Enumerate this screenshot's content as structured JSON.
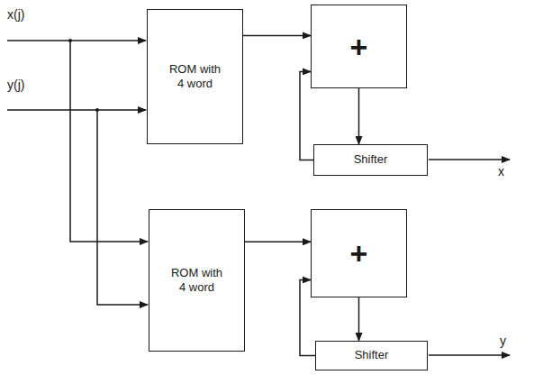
{
  "diagram": {
    "nodes": [
      {
        "text": [
          "ROM with 4 word"
        ]
      },
      {
        "text": [
          "+"
        ]
      },
      {
        "text": [
          "Shifter"
        ]
      },
      {
        "text": [
          "ROM with 4 word"
        ]
      },
      {
        "text": [
          "+"
        ]
      },
      {
        "text": [
          "Shifter"
        ]
      }
    ],
    "edges": [
      {
        "from": 0,
        "to": 1,
        "arrow": "to"
      },
      {
        "from": 1,
        "to": 2,
        "arrow": "to"
      },
      {
        "from": 2,
        "to": 1,
        "arrow": "to"
      },
      {
        "from": 3,
        "to": 4,
        "arrow": "to"
      },
      {
        "from": 4,
        "to": 5,
        "arrow": "to"
      },
      {
        "from": 5,
        "to": 4,
        "arrow": "to"
      }
    ],
    "labels": [
      "x(j)",
      "y(j)",
      "x",
      "y"
    ]
  }
}
